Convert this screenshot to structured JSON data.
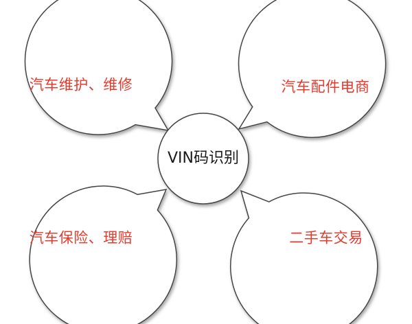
{
  "center": {
    "label": "VIN码识别"
  },
  "bubbles": [
    {
      "label": "汽车维护、维修"
    },
    {
      "label": "汽车配件电商"
    },
    {
      "label": "汽车保险、理赔"
    },
    {
      "label": "二手车交易"
    }
  ],
  "colors": {
    "bubble_text": "#e8392c",
    "center_text": "#1a1a1a",
    "outline": "#444444",
    "fill": "#ffffff"
  }
}
